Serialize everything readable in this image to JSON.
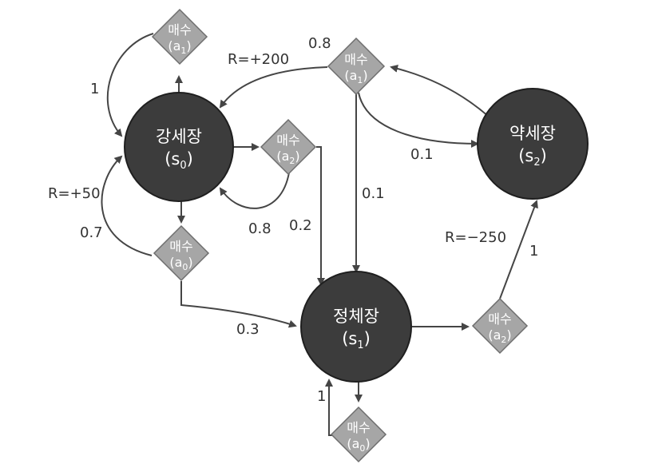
{
  "states": {
    "s0": {
      "name": "강세장",
      "symbol": "(s",
      "sub": "0",
      "close": ")"
    },
    "s1": {
      "name": "정체장",
      "symbol": "(s",
      "sub": "1",
      "close": ")"
    },
    "s2": {
      "name": "약세장",
      "symbol": "(s",
      "sub": "2",
      "close": ")"
    }
  },
  "actions": {
    "s0_a1": {
      "name": "매수",
      "symbol": "(a",
      "sub": "1",
      "close": ")"
    },
    "s0_a2": {
      "name": "매수",
      "symbol": "(a",
      "sub": "2",
      "close": ")"
    },
    "s0_a0": {
      "name": "매수",
      "symbol": "(a",
      "sub": "0",
      "close": ")"
    },
    "s2_a1": {
      "name": "매수",
      "symbol": "(a",
      "sub": "1",
      "close": ")"
    },
    "s1_a2": {
      "name": "매수",
      "symbol": "(a",
      "sub": "2",
      "close": ")"
    },
    "s1_a0": {
      "name": "매수",
      "symbol": "(a",
      "sub": "0",
      "close": ")"
    }
  },
  "labels": {
    "s0_a1_prob": "1",
    "s0_a2_back_prob": "0.8",
    "s0_a2_to_s1_prob": "0.2",
    "s0_a0_reward": "R=+50",
    "s0_a0_back_prob": "0.7",
    "s0_a0_to_s1_prob": "0.3",
    "s2_a1_reward": "R=+200",
    "s2_a1_to_s0_prob": "0.8",
    "s2_a1_to_s2_prob": "0.1",
    "s2_a1_to_s1_prob": "0.1",
    "s1_a2_reward": "R=−250",
    "s1_a2_to_s2_prob": "1",
    "s1_a0_prob": "1"
  }
}
